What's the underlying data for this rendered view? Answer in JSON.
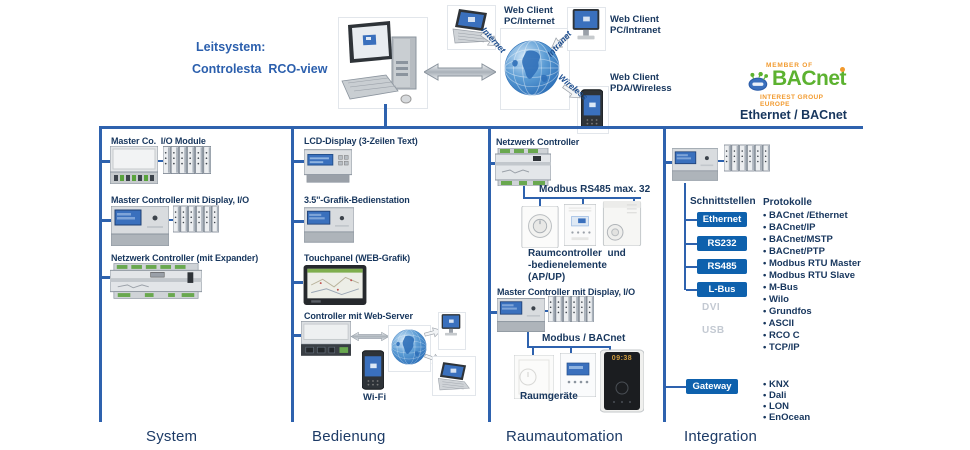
{
  "title_block": {
    "line1": "Leitsystem:",
    "line2": "Controlesta  RCO-view"
  },
  "clients": {
    "internet": {
      "name": "Web Client",
      "type": "PC/Internet",
      "arrow": "Internet"
    },
    "intranet": {
      "name": "Web Client",
      "type": "PC/Intranet",
      "arrow": "Intranet"
    },
    "wireless": {
      "name": "Web Client",
      "type": "PDA/Wireless",
      "arrow": "Wireless"
    }
  },
  "logo": {
    "member": "MEMBER OF",
    "brand": "BACnet",
    "group": "INTEREST GROUP EUROPE"
  },
  "bus_label": "Ethernet / BACnet",
  "system": {
    "title": "System",
    "item1": "Master Co.  I/O Module",
    "item2": "Master Controller mit Display, I/O",
    "item3": "Netzwerk Controller (mit Expander)"
  },
  "bedienung": {
    "title": "Bedienung",
    "item1": "LCD-Display (3-Zeilen Text)",
    "item2": "3.5''-Grafik-Bedienstation",
    "item3": "Touchpanel (WEB-Grafik)",
    "item4": "Controller mit Web-Server",
    "wifi": "Wi-Fi"
  },
  "raum": {
    "title": "Raumautomation",
    "item1": "Netzwerk Controller",
    "bus1": "Modbus RS485 max. 32",
    "caption1a": "Raumcontroller  und",
    "caption1b": "-bedienelemente",
    "caption1c": "(AP/UP)",
    "item2": "Master Controller mit Display, I/O",
    "bus2": "Modbus / BACnet",
    "caption2": "Raumgeräte",
    "clock": "09:38"
  },
  "integration": {
    "title": "Integration",
    "interfaces_header": "Schnittstellen",
    "protocols_header": "Protokolle",
    "interfaces": [
      "Ethernet",
      "RS232",
      "RS485",
      "L-Bus"
    ],
    "disabled_interfaces": [
      "DVI",
      "USB"
    ],
    "gateway": "Gateway",
    "protocols": [
      "BACnet /Ethernet",
      "BACnet/IP",
      "BACnet/MSTP",
      "BACnet/PTP",
      "Modbus RTU Master",
      "Modbus RTU Slave",
      "M-Bus",
      "Wilo",
      "Grundfos",
      "ASCII",
      "RCO C",
      "TCP/IP"
    ],
    "gateway_protocols": [
      "KNX",
      "Dali",
      "LON",
      "EnOcean"
    ]
  },
  "colors": {
    "line_blue": "#2e62ae",
    "navy_text": "#17365d",
    "button_blue": "#0e61ad",
    "disabled_gray": "#c3c9d2",
    "logo_green": "#5cb230",
    "logo_orange": "#f29a2e",
    "display_blue": "#3a70bd",
    "clock_amber": "#cf9b3d"
  }
}
